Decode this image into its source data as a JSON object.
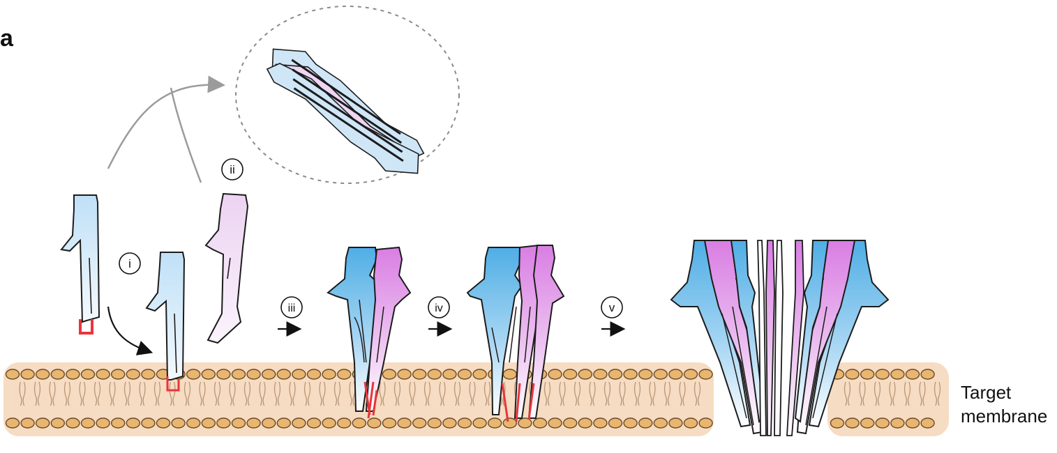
{
  "panel_label": "a",
  "steps": [
    {
      "id": "i",
      "label": "i"
    },
    {
      "id": "ii",
      "label": "ii"
    },
    {
      "id": "iii",
      "label": "iii"
    },
    {
      "id": "iv",
      "label": "iv"
    },
    {
      "id": "v",
      "label": "v"
    }
  ],
  "membrane_label_line1": "Target",
  "membrane_label_line2": "membrane",
  "colors": {
    "protomer_blue": "#6fb6e6",
    "protomer_pink": "#dd8ee6",
    "membrane_fill": "#f6dcc2",
    "lipid_head": "#e9b66f",
    "insertion_red": "#e8353c",
    "arrow_grey": "#9b9b9b",
    "outline": "#1b1b1b"
  }
}
